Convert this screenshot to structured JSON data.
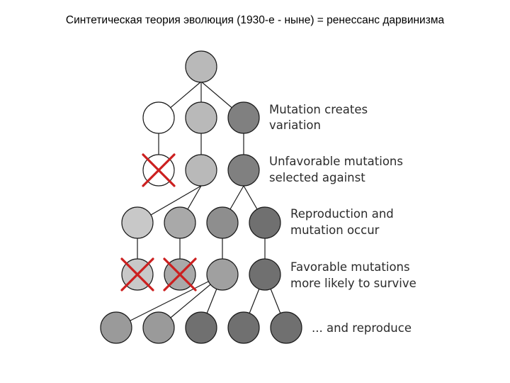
{
  "title": "Синтетическая теория эволюция (1930-е - ныне) = ренессанс дарвинизма",
  "labels": {
    "mutation": [
      "Mutation creates",
      "variation"
    ],
    "unfavorable": [
      "Unfavorable mutations",
      "selected against"
    ],
    "reproduction": [
      "Reproduction and",
      "mutation occur"
    ],
    "favorable": [
      "Favorable mutations",
      "more likely to survive"
    ],
    "reproduce": [
      "... and reproduce"
    ]
  },
  "colors": {
    "white": "#ffffff",
    "light": "#c8c8c8",
    "mid": "#b7b7b7",
    "gray": "#9a9a9a",
    "dark": "#808080",
    "darker": "#6e6e6e",
    "edge": "#1a1a1a",
    "cross": "#cc1f1f"
  }
}
